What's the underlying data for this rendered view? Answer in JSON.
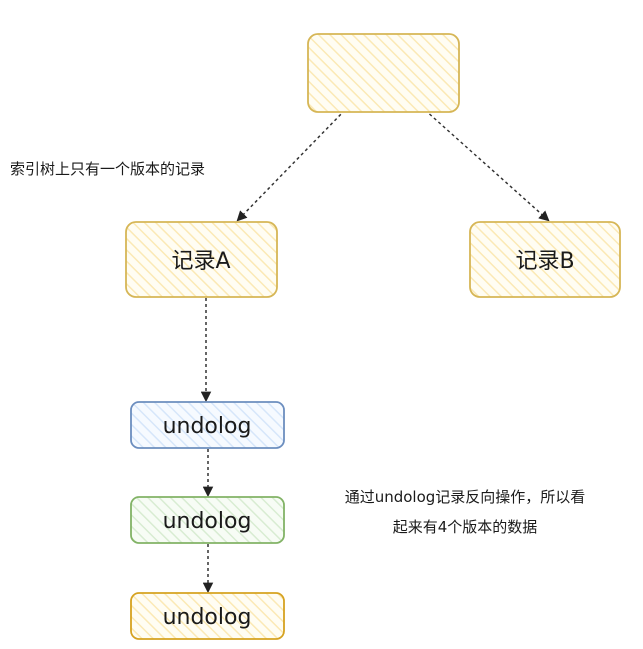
{
  "diagram": {
    "nodes": {
      "root": {
        "label": ""
      },
      "record_a": {
        "label": "记录A"
      },
      "record_b": {
        "label": "记录B"
      },
      "undolog_1": {
        "label": "undolog"
      },
      "undolog_2": {
        "label": "undolog"
      },
      "undolog_3": {
        "label": "undolog"
      }
    },
    "annotations": {
      "left": "索引树上只有一个版本的记录",
      "right_line1": "通过undolog记录反向操作，所以看",
      "right_line2": "起来有4个版本的数据"
    },
    "colors": {
      "yellow_stroke": "#d6b656",
      "yellow_fill": "#fff2cc",
      "blue_stroke": "#6c8ebf",
      "blue_fill": "#dae8fc",
      "green_stroke": "#82b366",
      "green_fill": "#d5e8d4",
      "edge": "#333333"
    }
  }
}
